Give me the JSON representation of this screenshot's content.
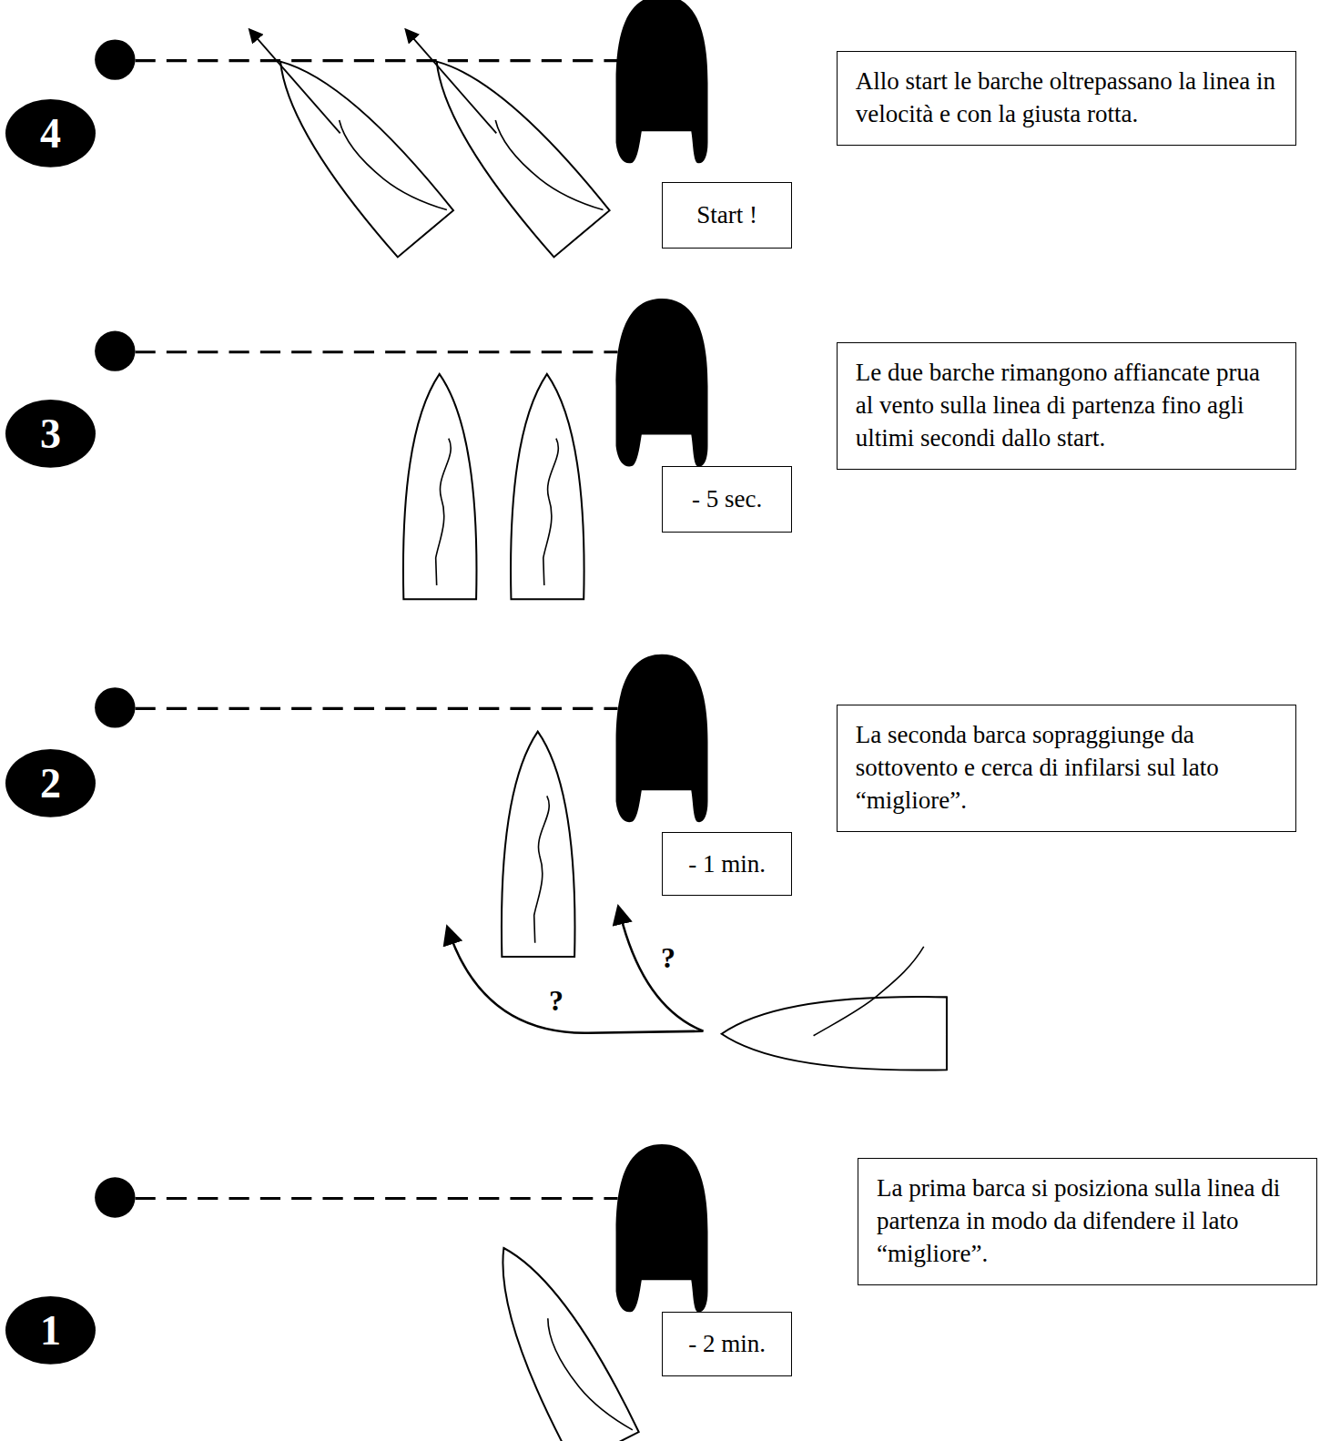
{
  "diagram": {
    "nodes": [
      {
        "text": [
          "4"
        ]
      },
      {
        "text": [
          "Allo start le barche oltrepassano la linea in velocità e con la giusta rotta."
        ]
      },
      {
        "text": [
          "Start !"
        ]
      },
      {
        "text": [
          "3"
        ]
      },
      {
        "text": [
          "Le due barche rimangono affiancate prua al vento sulla linea di partenza fino agli ultimi secondi dallo start."
        ]
      },
      {
        "text": [
          "- 5 sec."
        ]
      },
      {
        "text": [
          "2"
        ]
      },
      {
        "text": [
          "La seconda barca sopraggiunge da sottovento e cerca di infilarsi sul lato “migliore”."
        ]
      },
      {
        "text": [
          "- 1 min."
        ]
      },
      {
        "text": [
          "1"
        ]
      },
      {
        "text": [
          "La prima barca si posiziona sulla linea di partenza in modo da difendere il lato “migliore”."
        ]
      },
      {
        "text": [
          "- 2 min."
        ]
      }
    ],
    "labels": [
      "?",
      "?"
    ]
  }
}
